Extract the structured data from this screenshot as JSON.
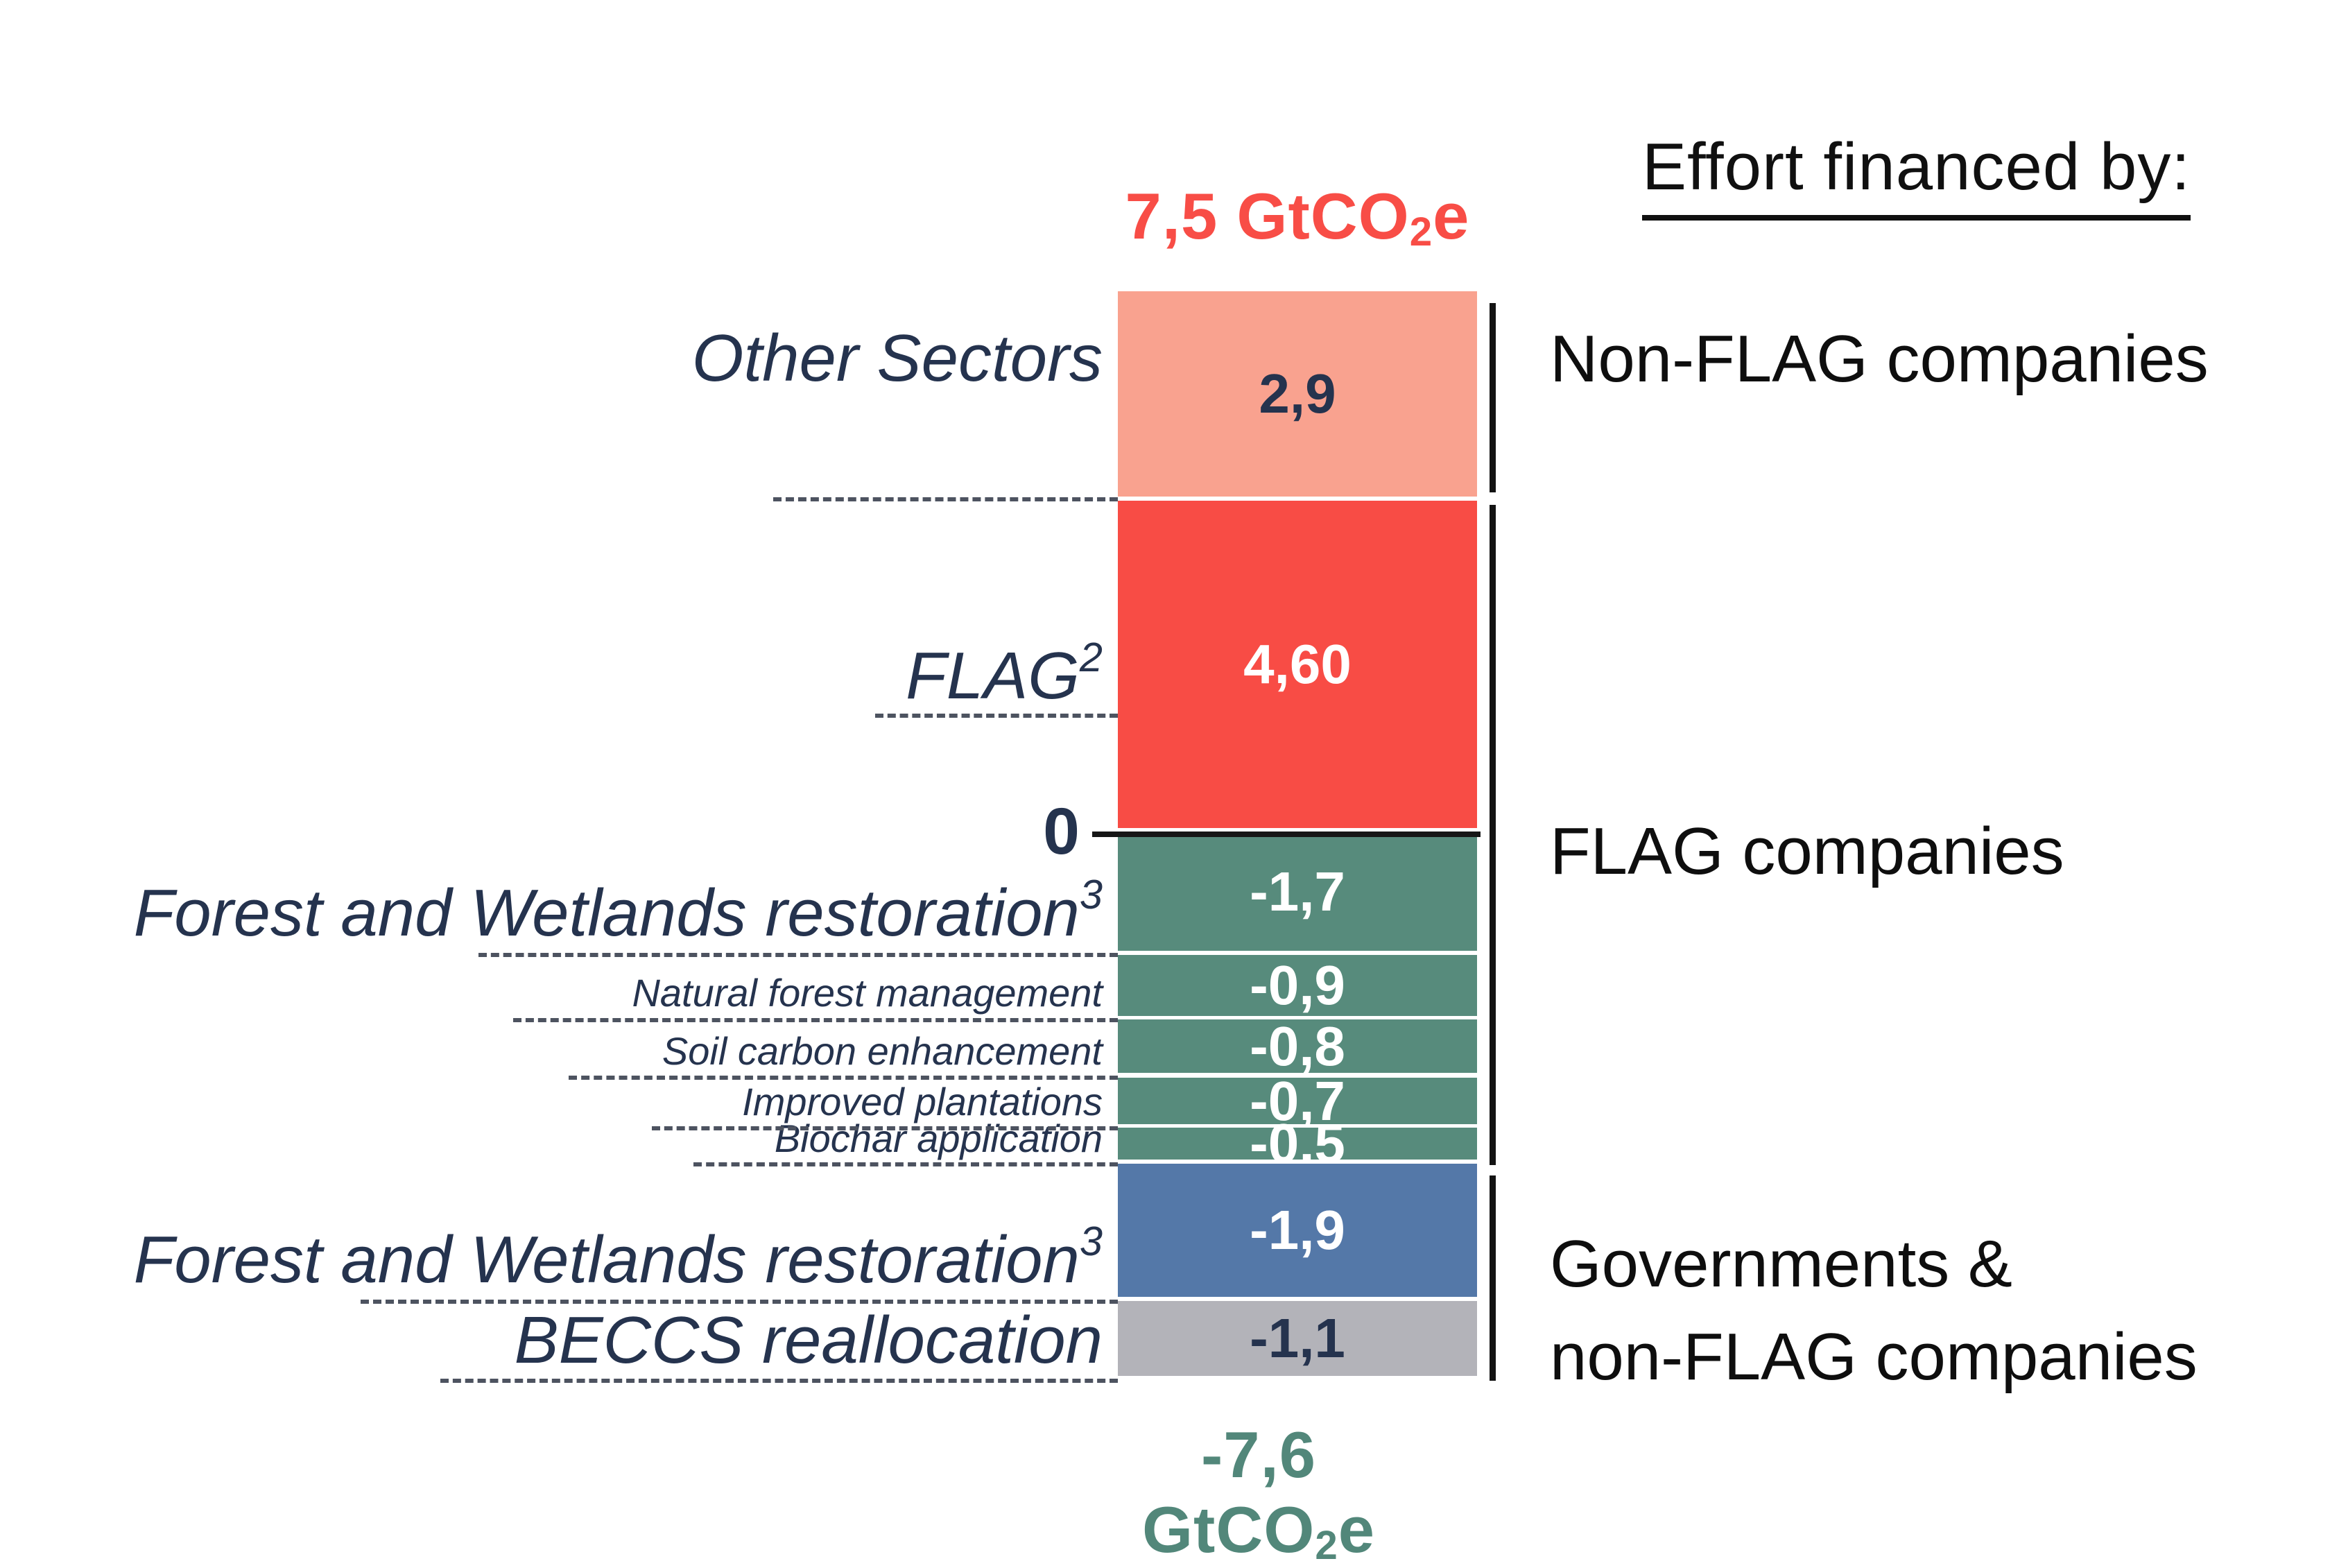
{
  "header": {
    "title": "Effort financed by:"
  },
  "totals": {
    "top": {
      "pre": "7,5 GtCO",
      "sub": "2",
      "post": "e"
    },
    "bottom": {
      "pre": "-7,6 GtCO",
      "sub": "2",
      "post": "e"
    }
  },
  "axis": {
    "zero_label": "0"
  },
  "left_labels": [
    {
      "text": "Other Sectors",
      "sup": "",
      "size": "large"
    },
    {
      "text": "FLAG",
      "sup": "2",
      "size": "large"
    },
    {
      "text": "Forest and Wetlands restoration",
      "sup": "3",
      "size": "large"
    },
    {
      "text": "Natural forest management",
      "sup": "",
      "size": "small"
    },
    {
      "text": "Soil carbon enhancement",
      "sup": "",
      "size": "small"
    },
    {
      "text": "Improved plantations",
      "sup": "",
      "size": "small"
    },
    {
      "text": "Biochar application",
      "sup": "",
      "size": "small"
    },
    {
      "text": "Forest and Wetlands restoration",
      "sup": "3",
      "size": "large"
    },
    {
      "text": "BECCS reallocation",
      "sup": "",
      "size": "large"
    }
  ],
  "right_groups": [
    {
      "text": "Non-FLAG companies"
    },
    {
      "text": "FLAG companies"
    },
    {
      "line1": "Governments &",
      "line2": "non-FLAG companies"
    }
  ],
  "chart_data": {
    "type": "bar",
    "subtype": "stacked-waterfall-column",
    "title": "Effort financed by:",
    "unit": "GtCO2e",
    "ylim": [
      -7.6,
      7.5
    ],
    "grid": false,
    "legend_position": "right-brackets",
    "total_positive_label": "7,5 GtCO2e",
    "total_negative_label": "-7,6 GtCO2e",
    "colors": {
      "pink": "#F9A28F",
      "red": "#F84C45",
      "green": "#578B7C",
      "blue": "#5478A8",
      "gray": "#B3B3B9",
      "navy": "#25334E",
      "total_top_text": "#F84D46",
      "total_bottom_text": "#52877A"
    },
    "segments": [
      {
        "id": "other-sectors",
        "label": "Other Sectors",
        "value": 2.9,
        "display": "2,9",
        "color": "#F9A28F",
        "value_color": "#25334E",
        "financed_by": "Non-FLAG companies"
      },
      {
        "id": "flag",
        "label": "FLAG (2)",
        "value": 4.6,
        "display": "4,60",
        "color": "#F84C45",
        "value_color": "#FFFFFF",
        "financed_by": "FLAG companies"
      },
      {
        "id": "forest-wetlands-restoration-flag",
        "label": "Forest and Wetlands restoration (3)",
        "value": -1.7,
        "display": "-1,7",
        "color": "#578B7C",
        "value_color": "#FFFFFF",
        "financed_by": "FLAG companies"
      },
      {
        "id": "natural-forest-management",
        "label": "Natural forest management",
        "value": -0.9,
        "display": "-0,9",
        "color": "#578B7C",
        "value_color": "#FFFFFF",
        "financed_by": "FLAG companies"
      },
      {
        "id": "soil-carbon-enhancement",
        "label": "Soil carbon enhancement",
        "value": -0.8,
        "display": "-0,8",
        "color": "#578B7C",
        "value_color": "#FFFFFF",
        "financed_by": "FLAG companies"
      },
      {
        "id": "improved-plantations",
        "label": "Improved plantations",
        "value": -0.7,
        "display": "-0,7",
        "color": "#578B7C",
        "value_color": "#FFFFFF",
        "financed_by": "FLAG companies"
      },
      {
        "id": "biochar-application",
        "label": "Biochar application",
        "value": -0.5,
        "display": "-0,5",
        "color": "#578B7C",
        "value_color": "#FFFFFF",
        "financed_by": "FLAG companies"
      },
      {
        "id": "forest-wetlands-restoration-gov",
        "label": "Forest and Wetlands restoration (3)",
        "value": -1.9,
        "display": "-1,9",
        "color": "#5478A8",
        "value_color": "#FFFFFF",
        "financed_by": "Governments & non-FLAG companies"
      },
      {
        "id": "beccs-reallocation",
        "label": "BECCS reallocation",
        "value": -1.1,
        "display": "-1,1",
        "color": "#B3B3B9",
        "value_color": "#25334E",
        "financed_by": "Governments & non-FLAG companies"
      }
    ]
  }
}
